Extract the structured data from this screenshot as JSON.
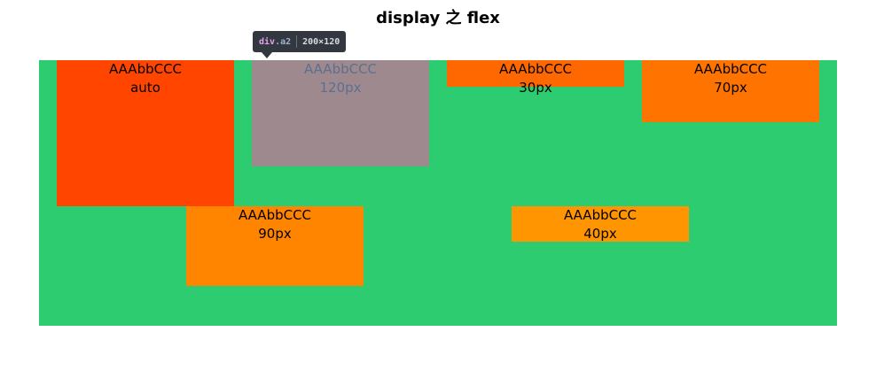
{
  "page": {
    "title": "display 之 flex"
  },
  "boxes": [
    {
      "text": "AAAbbCCC",
      "size": "auto",
      "color": "#ff4500"
    },
    {
      "text": "AAAbbCCC",
      "size": "120px",
      "color": "#9e8a8e"
    },
    {
      "text": "AAAbbCCC",
      "size": "30px",
      "color": "#ff6700"
    },
    {
      "text": "AAAbbCCC",
      "size": "70px",
      "color": "#ff7400"
    },
    {
      "text": "AAAbbCCC",
      "size": "90px",
      "color": "#ff8400"
    },
    {
      "text": "AAAbbCCC",
      "size": "40px",
      "color": "#ff9500"
    }
  ],
  "container": {
    "color": "#2ecc71"
  },
  "tooltip": {
    "tag": "div",
    "class_name": ".a2",
    "dimensions": "200×120"
  }
}
